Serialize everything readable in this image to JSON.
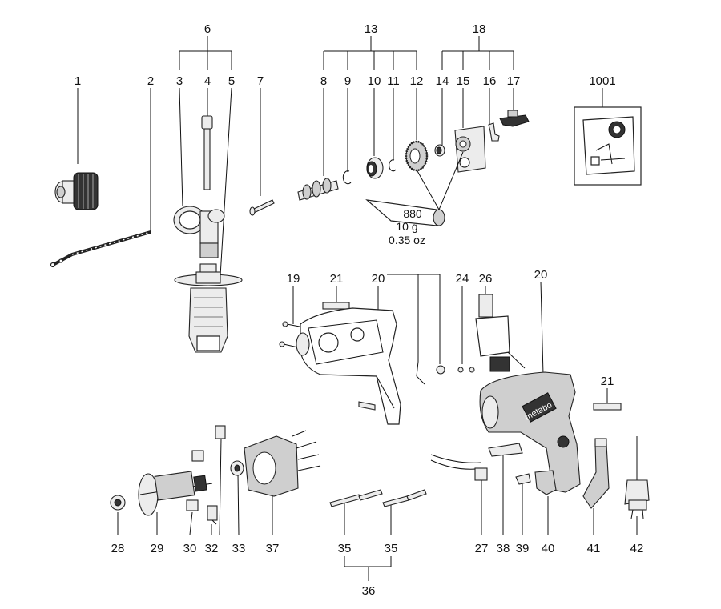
{
  "callouts": [
    {
      "id": "c1",
      "text": "1"
    },
    {
      "id": "c2",
      "text": "2"
    },
    {
      "id": "c3",
      "text": "3"
    },
    {
      "id": "c4",
      "text": "4"
    },
    {
      "id": "c5",
      "text": "5"
    },
    {
      "id": "c6",
      "text": "6"
    },
    {
      "id": "c7",
      "text": "7"
    },
    {
      "id": "c8",
      "text": "8"
    },
    {
      "id": "c9",
      "text": "9"
    },
    {
      "id": "c10",
      "text": "10"
    },
    {
      "id": "c11",
      "text": "11"
    },
    {
      "id": "c12",
      "text": "12"
    },
    {
      "id": "c13",
      "text": "13"
    },
    {
      "id": "c14",
      "text": "14"
    },
    {
      "id": "c15",
      "text": "15"
    },
    {
      "id": "c16",
      "text": "16"
    },
    {
      "id": "c17",
      "text": "17"
    },
    {
      "id": "c18",
      "text": "18"
    },
    {
      "id": "c1001",
      "text": "1001"
    },
    {
      "id": "c19",
      "text": "19"
    },
    {
      "id": "c20a",
      "text": "20"
    },
    {
      "id": "c20b",
      "text": "20"
    },
    {
      "id": "c21a",
      "text": "21"
    },
    {
      "id": "c21b",
      "text": "21"
    },
    {
      "id": "c24",
      "text": "24"
    },
    {
      "id": "c26",
      "text": "26"
    },
    {
      "id": "c27",
      "text": "27"
    },
    {
      "id": "c28",
      "text": "28"
    },
    {
      "id": "c29",
      "text": "29"
    },
    {
      "id": "c30",
      "text": "30"
    },
    {
      "id": "c32",
      "text": "32"
    },
    {
      "id": "c33",
      "text": "33"
    },
    {
      "id": "c35a",
      "text": "35"
    },
    {
      "id": "c35b",
      "text": "35"
    },
    {
      "id": "c36",
      "text": "36"
    },
    {
      "id": "c37",
      "text": "37"
    },
    {
      "id": "c38",
      "text": "38"
    },
    {
      "id": "c39",
      "text": "39"
    },
    {
      "id": "c40",
      "text": "40"
    },
    {
      "id": "c41",
      "text": "41"
    },
    {
      "id": "c42",
      "text": "42"
    }
  ],
  "grease_tube": {
    "code": "880",
    "weight": "10 g",
    "weight_oz": "0.35 oz"
  },
  "housing_brand": "metabo",
  "colors": {
    "line": "#111111",
    "fill_dark": "#333333",
    "fill_grey": "#cfcfcf"
  }
}
